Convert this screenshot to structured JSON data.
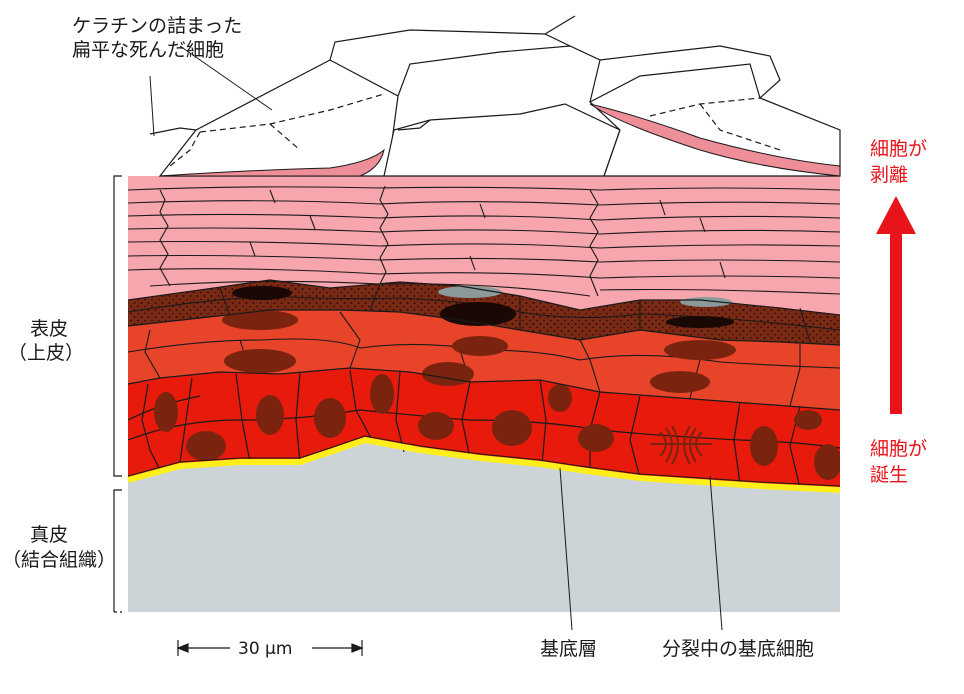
{
  "labels": {
    "keratin_line1": "ケラチンの詰まった",
    "keratin_line2": "扁平な死んだ細胞",
    "epidermis_line1": "表皮",
    "epidermis_line2": "（上皮）",
    "dermis_line1": "真皮",
    "dermis_line2": "（結合組織）",
    "shed_line1": "細胞が",
    "shed_line2": "剥離",
    "born_line1": "細胞が",
    "born_line2": "誕生",
    "basal_layer": "基底層",
    "dividing_cell": "分裂中の基底細胞",
    "scale_bar": "30 μm"
  },
  "colors": {
    "cornified": "#ffffff",
    "squamous": "#f7a6ad",
    "squamous_dark": "#ee8e98",
    "granular": "#7a2a14",
    "granular_dots": "#1a0805",
    "spinous": "#e8442a",
    "basal": "#e81a0c",
    "nucleus": "#7a2410",
    "basement_membrane": "#ffee1a",
    "dermis": "#cdd4d7",
    "arrow": "#e8141c",
    "ink": "#1a1a1a"
  }
}
